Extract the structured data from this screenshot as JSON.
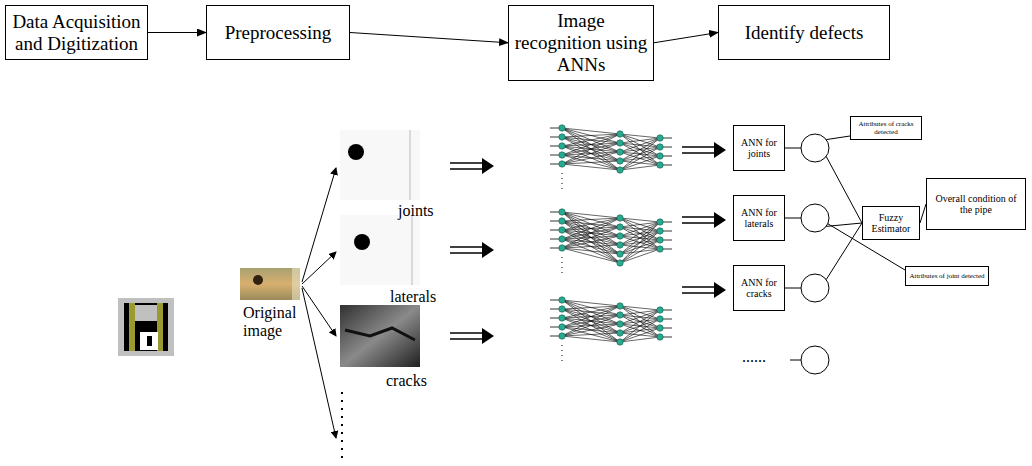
{
  "diagram": {
    "nodes": [
      {
        "text": [
          "Data Acquisition and Digitization"
        ]
      },
      {
        "text": [
          "Preprocessing"
        ]
      },
      {
        "text": [
          "Image recognition using ANNs"
        ]
      },
      {
        "text": [
          "Identify defects"
        ]
      },
      {
        "text": [
          "ANN for joints"
        ]
      },
      {
        "text": [
          "ANN for laterals"
        ]
      },
      {
        "text": [
          "ANN for cracks"
        ]
      },
      {
        "text": [
          "Attributes of cracks detected"
        ]
      },
      {
        "text": [
          "Fuzzy Estimator"
        ]
      },
      {
        "text": [
          "Overall condition of the pipe"
        ]
      },
      {
        "text": [
          "Attributes of joint detected"
        ]
      }
    ],
    "edges": [
      {
        "from": 0,
        "to": 1,
        "arrow": "to"
      },
      {
        "from": 1,
        "to": 2,
        "arrow": "to"
      },
      {
        "from": 2,
        "to": 3,
        "arrow": "to"
      },
      {
        "from": 4,
        "to": 8,
        "arrow": "none"
      },
      {
        "from": 5,
        "to": 8,
        "arrow": "none"
      },
      {
        "from": 6,
        "to": 8,
        "arrow": "none"
      },
      {
        "from": 8,
        "to": 9,
        "arrow": "none"
      }
    ],
    "labels": [
      "Original image",
      "joints",
      "laterals",
      "cracks",
      "......"
    ]
  }
}
